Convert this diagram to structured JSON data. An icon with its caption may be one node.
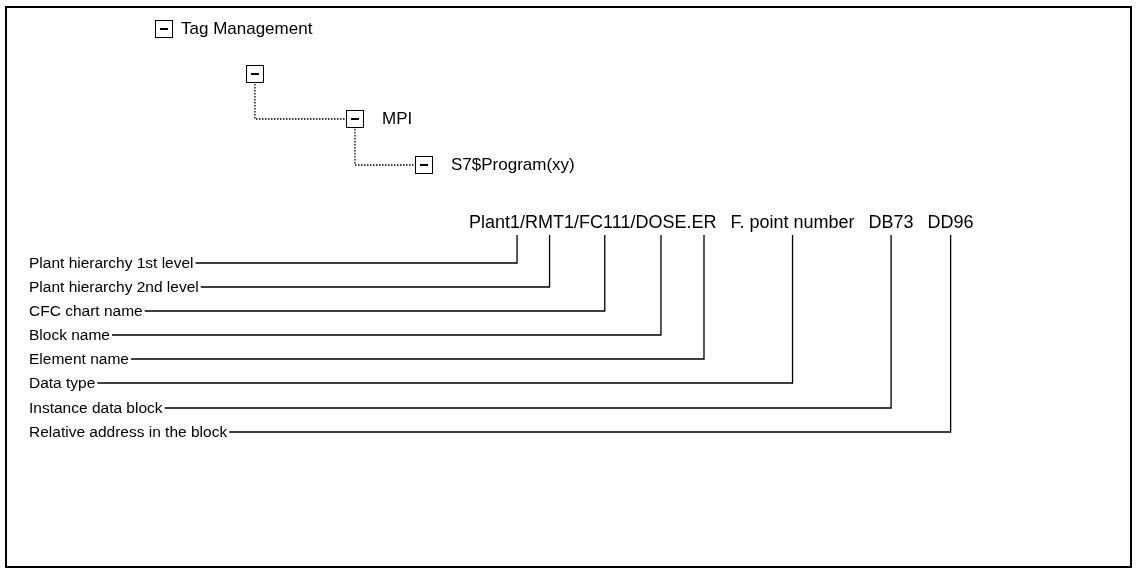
{
  "diagram": {
    "nodes": [
      {
        "text": [
          "Tag Management"
        ]
      },
      {
        "text": [],
        "shape": "box"
      },
      {
        "text": [
          "MPI"
        ]
      },
      {
        "text": [
          "S7$Program(xy)"
        ]
      },
      {
        "text": [
          "Plant1"
        ]
      },
      {
        "text": [
          "RMT1"
        ]
      },
      {
        "text": [
          "FC111"
        ]
      },
      {
        "text": [
          "DOSE"
        ]
      },
      {
        "text": [
          "ER"
        ]
      },
      {
        "text": [
          "F. point number"
        ]
      },
      {
        "text": [
          "DB73"
        ]
      },
      {
        "text": [
          "DD96"
        ]
      },
      {
        "text": [
          "Plant hierarchy 1st level"
        ]
      },
      {
        "text": [
          "Plant hierarchy 2nd level"
        ]
      },
      {
        "text": [
          "CFC chart name"
        ]
      },
      {
        "text": [
          "Block name"
        ]
      },
      {
        "text": [
          "Element name"
        ]
      },
      {
        "text": [
          "Data type"
        ]
      },
      {
        "text": [
          "Instance data block"
        ]
      },
      {
        "text": [
          "Relative address in the block"
        ]
      }
    ],
    "edges": [
      {
        "from": 1,
        "to": 2,
        "arrow": "none",
        "style": "dashed"
      },
      {
        "from": 2,
        "to": 3,
        "arrow": "none",
        "style": "dashed"
      },
      {
        "from": 12,
        "to": 4,
        "arrow": "none"
      },
      {
        "from": 13,
        "to": 5,
        "arrow": "none"
      },
      {
        "from": 14,
        "to": 6,
        "arrow": "none"
      },
      {
        "from": 15,
        "to": 7,
        "arrow": "none"
      },
      {
        "from": 16,
        "to": 8,
        "arrow": "none"
      },
      {
        "from": 17,
        "to": 9,
        "arrow": "none"
      },
      {
        "from": 18,
        "to": 10,
        "arrow": "none"
      },
      {
        "from": 19,
        "to": 11,
        "arrow": "none"
      }
    ],
    "labels": [
      "/",
      "/",
      "/",
      "."
    ]
  }
}
